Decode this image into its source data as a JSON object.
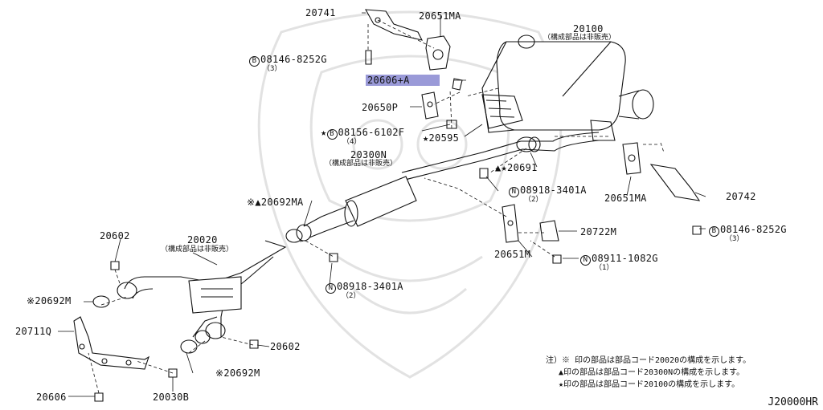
{
  "diagram_id": "J20000HR",
  "parts": {
    "p20741": "20741",
    "p20651MA_top": "20651MA",
    "p20100": "20100",
    "p20100_note": "（構成部品は非販売）",
    "bolt_top": {
      "code": "08146-8252G",
      "qty": "（3）",
      "prefix": "B"
    },
    "p20606A": "20606+A",
    "p20650P": "20650P",
    "bolt_mid": {
      "code": "08156-6102F",
      "qty": "（4）",
      "prefix": "B",
      "mark": "★"
    },
    "p20595": "★20595",
    "p20300N": "20300N",
    "p20300N_note": "（構成部品は非販売）",
    "p20691": "▲★20691",
    "nut_mid": {
      "code": "08918-3401A",
      "qty": "（2）",
      "prefix": "N"
    },
    "p20651MA_right": "20651MA",
    "p20742": "20742",
    "bolt_right": {
      "code": "08146-8252G",
      "qty": "（3）",
      "prefix": "B"
    },
    "p20692MA": "※▲20692MA",
    "p20722M": "20722M",
    "p20602_top": "20602",
    "p20020": "20020",
    "p20020_note": "（構成部品は非販売）",
    "p20651M": "20651M",
    "nut_low": {
      "code": "08911-1082G",
      "qty": "（1）",
      "prefix": "N"
    },
    "nut_center": {
      "code": "08918-3401A",
      "qty": "（2）",
      "prefix": "N"
    },
    "p20692M_left": "※20692M",
    "p20711Q": "20711Q",
    "p20602_low": "20602",
    "p20692M_low": "※20692M",
    "p20606": "20606",
    "p20030B": "20030B"
  },
  "notes": {
    "line1": "注）※ 印の部品は部品コード20020の構成を示します。",
    "line2": "▲印の部品は部品コード20300Nの構成を示します。",
    "line3": "★印の部品は部品コード20100の構成を示します。"
  },
  "colors": {
    "highlight": "#9a9ad8",
    "line": "#111111",
    "watermark": "#e4e4e4"
  }
}
